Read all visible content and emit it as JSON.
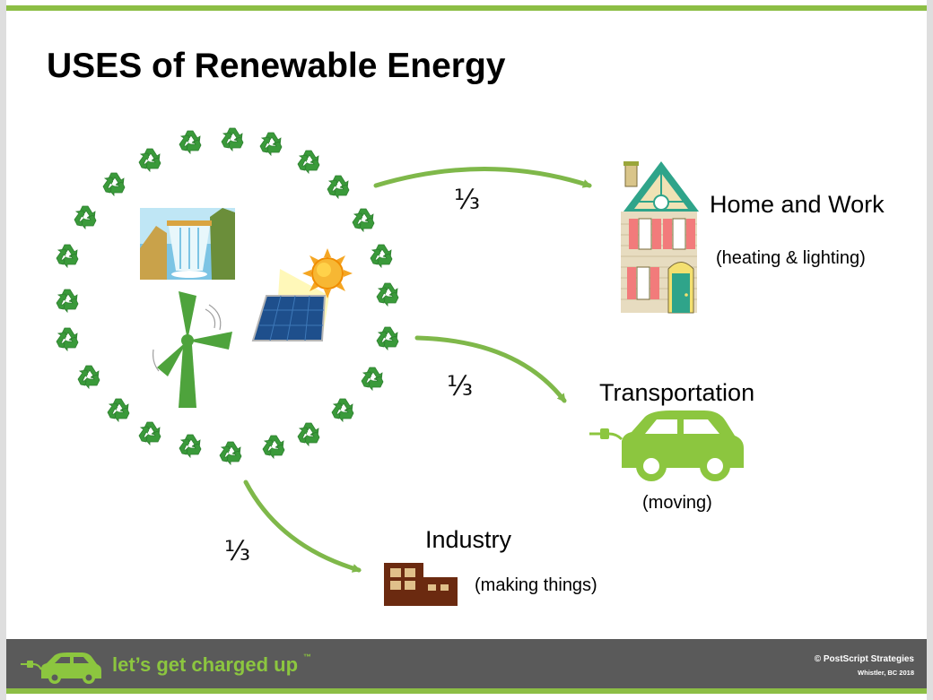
{
  "title": "USES of Renewable Energy",
  "diagram": {
    "source_icons": [
      "hydro-dam-icon",
      "wind-turbine-icon",
      "solar-panel-icon",
      "sun-icon",
      "recycle-icon"
    ],
    "uses": [
      {
        "fraction": "⅓",
        "label": "Home and Work",
        "detail": "(heating & lighting)",
        "icon": "house-icon"
      },
      {
        "fraction": "⅓",
        "label": "Transportation",
        "detail": "(moving)",
        "icon": "electric-car-icon"
      },
      {
        "fraction": "⅓",
        "label": "Industry",
        "detail": "(making things)",
        "icon": "factory-icon"
      }
    ]
  },
  "footer": {
    "tagline": "let’s get charged up",
    "trademark": "™",
    "copyright": "© PostScript Strategies",
    "location": "Whistler, BC   2018",
    "logo_icon": "electric-car-plug-icon"
  },
  "colors": {
    "accent_green": "#8cbe45",
    "arrow_green": "#7fb84a",
    "recycle_green": "#3a9a3a",
    "footer_bg": "#5a5a5a",
    "turbine_green": "#4ea33c",
    "car_green": "#8cc63f",
    "factory_brown": "#6b2a10"
  }
}
